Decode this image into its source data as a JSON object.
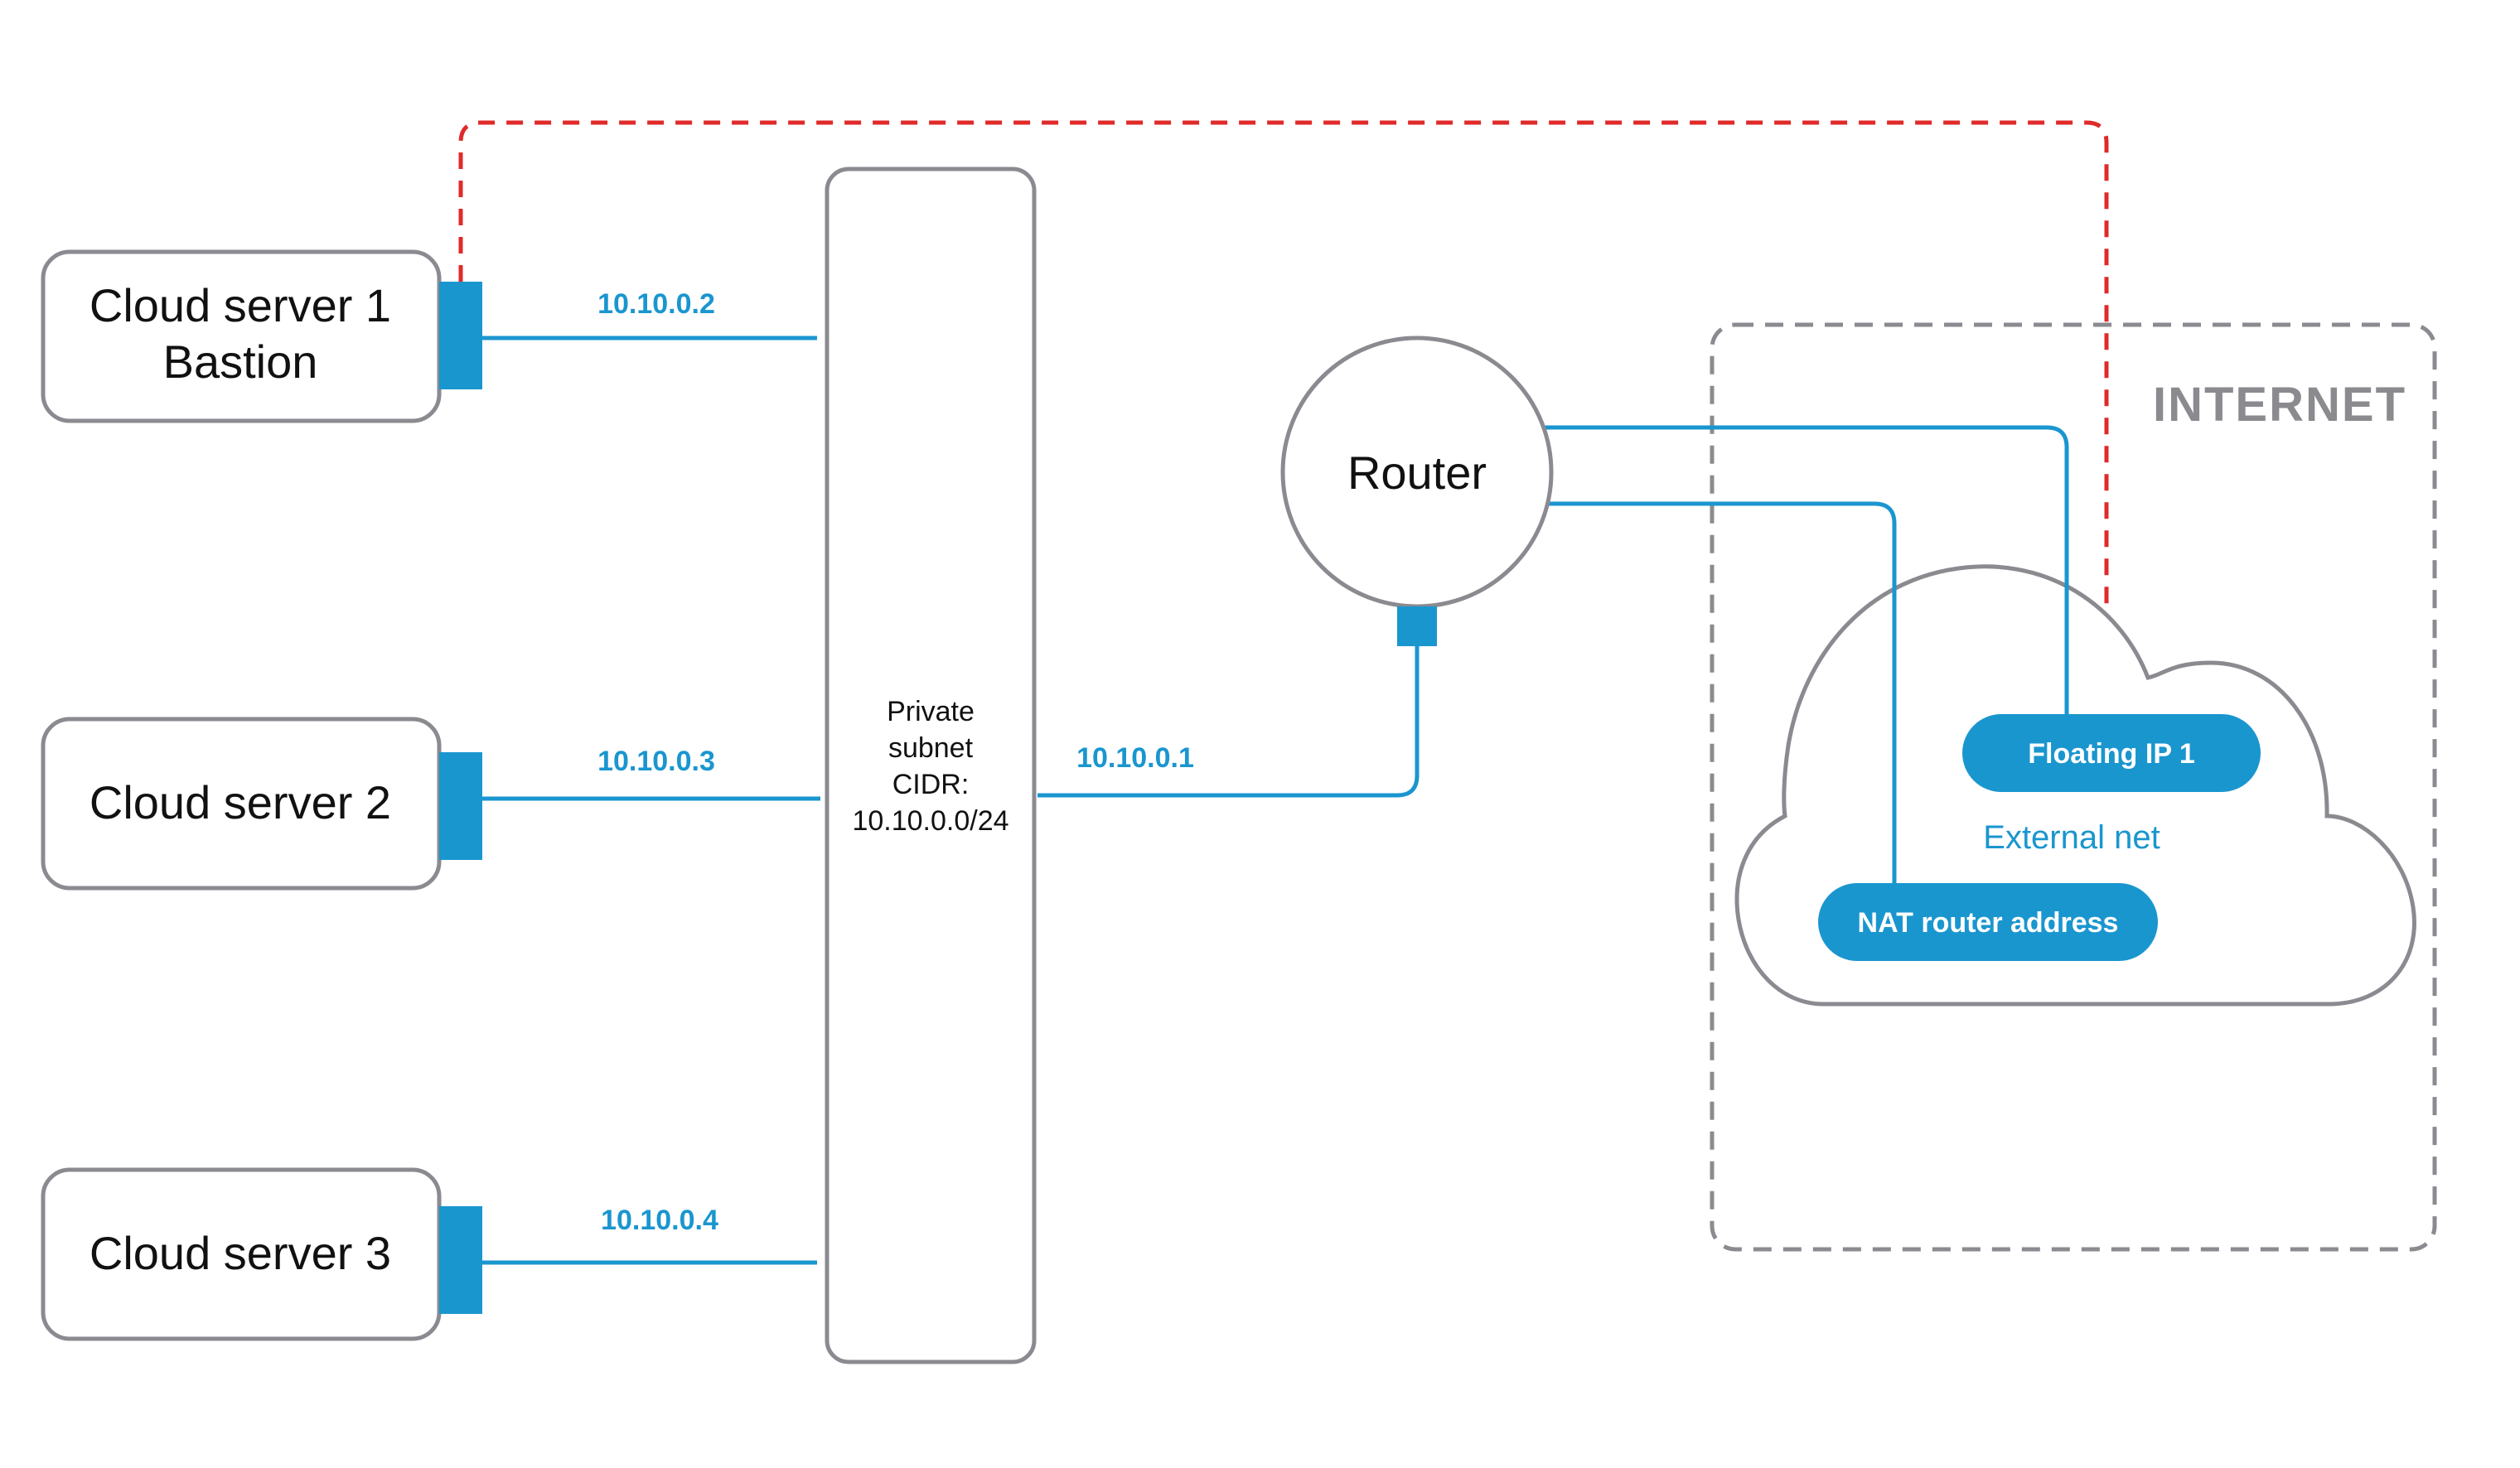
{
  "colors": {
    "accent": "#1a96cf",
    "box_stroke": "#8a8a90",
    "dashed_red": "#e02a2a",
    "internet_label": "#8a8a8f"
  },
  "servers": [
    {
      "line1": "Cloud server 1",
      "line2": "Bastion",
      "ip": "10.10.0.2"
    },
    {
      "line1": "Cloud server 2",
      "line2": "",
      "ip": "10.10.0.3"
    },
    {
      "line1": "Cloud server 3",
      "line2": "",
      "ip": "10.10.0.4"
    }
  ],
  "subnet": {
    "line1": "Private",
    "line2": "subnet",
    "line3": "CIDR:",
    "line4": "10.10.0.0/24"
  },
  "router": {
    "label": "Router",
    "ip": "10.10.0.1"
  },
  "internet": {
    "label": "INTERNET",
    "floating_ip": "Floating IP 1",
    "external_net": "External net",
    "nat_address": "NAT router address"
  }
}
